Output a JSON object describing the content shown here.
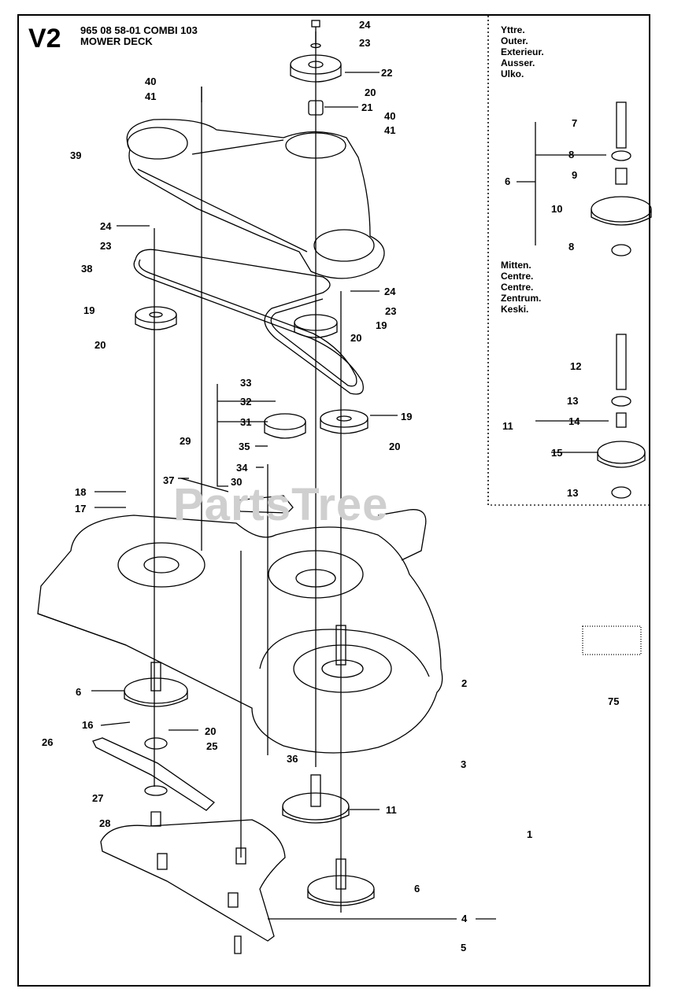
{
  "header": {
    "section_code": "V2",
    "part_line": "965 08 58-01 COMBI 103",
    "title": "MOWER DECK"
  },
  "watermark": "PartsTree",
  "inset_outer": {
    "labels": [
      "Yttre.",
      "Outer.",
      "Exterieur.",
      "Ausser.",
      "Ulko."
    ],
    "parts": [
      "7",
      "8",
      "9",
      "10",
      "8",
      "6"
    ]
  },
  "inset_center": {
    "labels": [
      "Mitten.",
      "Centre.",
      "Centre.",
      "Zentrum.",
      "Keski."
    ],
    "parts": [
      "12",
      "13",
      "14",
      "15",
      "13",
      "11"
    ]
  },
  "callouts": {
    "c24a": "24",
    "c23a": "23",
    "c22": "22",
    "c20a": "20",
    "c21": "21",
    "c40a": "40",
    "c41a": "41",
    "c40b": "40",
    "c41b": "41",
    "c39": "39",
    "c24b": "24",
    "c23b": "23",
    "c38": "38",
    "c19a": "19",
    "c20b": "20",
    "c24c": "24",
    "c23c": "23",
    "c19b": "19",
    "c20c": "20",
    "c33": "33",
    "c32": "32",
    "c31": "31",
    "c19c": "19",
    "c29": "29",
    "c35": "35",
    "c20d": "20",
    "c34": "34",
    "c37": "37",
    "c30": "30",
    "c18": "18",
    "c17": "17",
    "c2": "2",
    "c75": "75",
    "c6a": "6",
    "c16": "16",
    "c20e": "20",
    "c25": "25",
    "c26": "26",
    "c36": "36",
    "c3": "3",
    "c27": "27",
    "c11": "11",
    "c28": "28",
    "c1": "1",
    "c6b": "6",
    "c4": "4",
    "c5": "5"
  }
}
